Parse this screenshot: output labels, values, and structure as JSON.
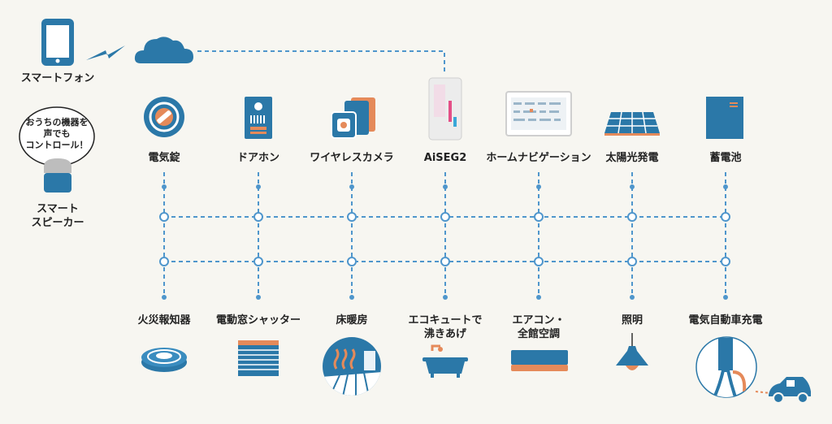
{
  "colors": {
    "blue": "#2b78a8",
    "orange": "#e58a5a",
    "dashed": "#4f96cc",
    "bg": "#f7f6f1"
  },
  "smartphone": {
    "label": "スマートフォン",
    "icon": "smartphone-icon"
  },
  "speaker": {
    "bubble_lines": [
      "おうちの機器を",
      "声でも",
      "コントロール！"
    ],
    "label_lines": [
      "スマート",
      "スピーカー"
    ]
  },
  "hub": {
    "label": "AiSEG2"
  },
  "top_devices": [
    {
      "id": "electric-lock",
      "label": "電気錠"
    },
    {
      "id": "doorphone",
      "label": "ドアホン"
    },
    {
      "id": "wireless-camera",
      "label": "ワイヤレスカメラ"
    },
    {
      "id": "aiseg2",
      "label": "AiSEG2"
    },
    {
      "id": "home-navigation",
      "label": "ホームナビゲーション"
    },
    {
      "id": "solar",
      "label": "太陽光発電"
    },
    {
      "id": "battery",
      "label": "蓄電池"
    }
  ],
  "bottom_devices": [
    {
      "id": "fire-alarm",
      "label": "火災報知器"
    },
    {
      "id": "electric-shutter",
      "label": "電動窓シャッター"
    },
    {
      "id": "floor-heating",
      "label": "床暖房"
    },
    {
      "id": "ecocute",
      "label_lines": [
        "エコキュートで",
        "沸きあげ"
      ]
    },
    {
      "id": "aircon",
      "label_lines": [
        "エアコン・",
        "全館空調"
      ]
    },
    {
      "id": "lighting",
      "label": "照明"
    },
    {
      "id": "ev-charger",
      "label": "電気自動車充電"
    }
  ]
}
